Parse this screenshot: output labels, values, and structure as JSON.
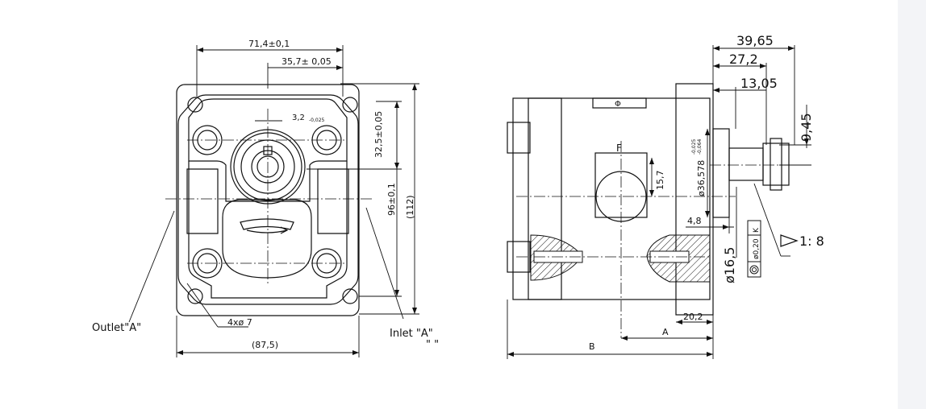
{
  "front_view": {
    "dim_width_flange": "71,4±0,1",
    "dim_half_flange": "35,7± 0,05",
    "dim_key": "3,2",
    "dim_key_tol": "-0,025",
    "dim_shaft_height": "32,5±0,05",
    "dim_bolt_spacing": "96±0,1",
    "dim_total_height": "(112)",
    "dim_total_width": "(87,5)",
    "dim_holes": "4xø 7",
    "label_outlet": "Outlet\"A\"",
    "label_inlet": "Inlet  \"A\"",
    "label_inlet_sub": "\" \""
  },
  "side_view": {
    "dim_3965": "39,65",
    "dim_272": "27,2",
    "dim_1305": "13,05",
    "dim_945": "9,45",
    "dim_pilot": "ø36,578",
    "dim_pilot_tol_top": "-0,025",
    "dim_pilot_tol_bottom": "-0,064",
    "dim_157": "15,7",
    "dim_48": "4,8",
    "dim_shaft": "ø16,5",
    "taper_ratio": "1: 8",
    "tolerance_value": "ø0,20",
    "tolerance_datum": "K",
    "dim_202": "20,2",
    "label_A": "A",
    "label_B": "B",
    "label_F": "F",
    "phi_symbol": "Φ"
  }
}
